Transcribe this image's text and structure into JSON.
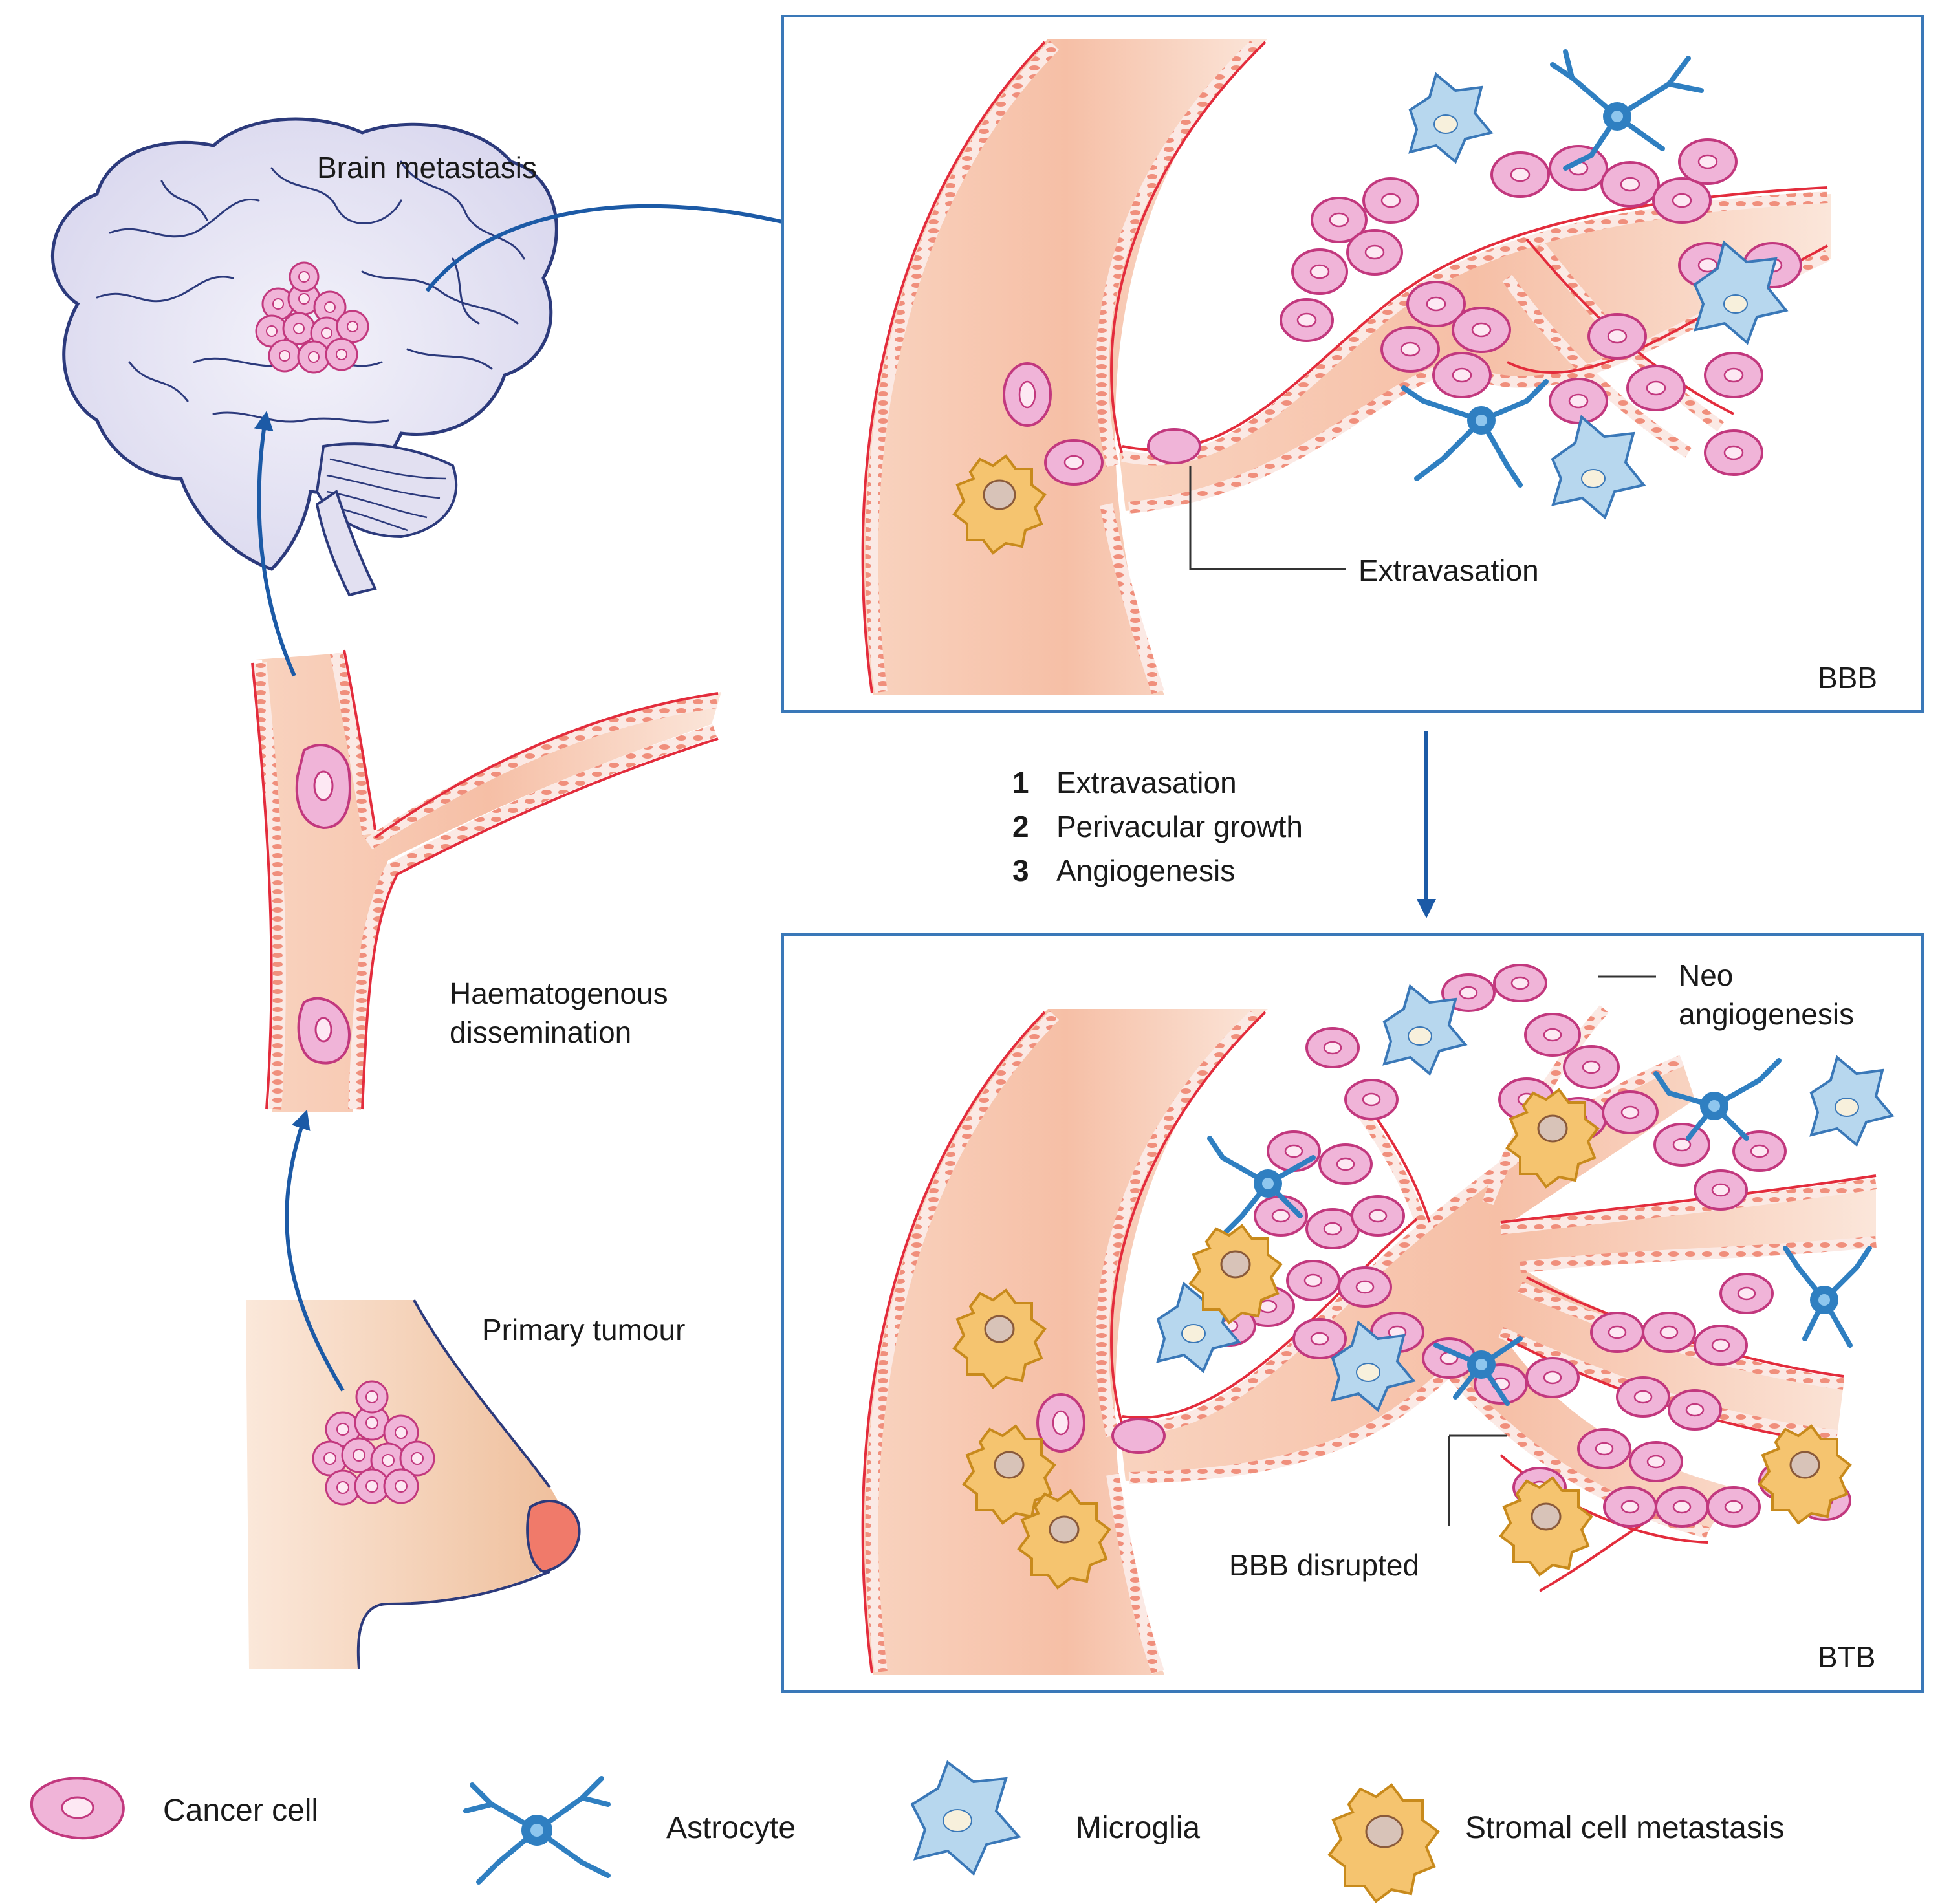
{
  "labels": {
    "brain_metastasis": "Brain metastasis",
    "haematogenous_line1": "Haematogenous",
    "haematogenous_line2": "dissemination",
    "primary_tumour": "Primary tumour",
    "extravasation_callout": "Extravasation",
    "bbb_panel": "BBB",
    "btb_panel": "BTB",
    "neo_line1": "Neo",
    "neo_line2": "angiogenesis",
    "bbb_disrupted": "BBB disrupted"
  },
  "steps": [
    {
      "num": "1",
      "text": "Extravasation"
    },
    {
      "num": "2",
      "text": "Perivacular growth"
    },
    {
      "num": "3",
      "text": "Angiogenesis"
    }
  ],
  "legend": [
    {
      "label": "Cancer cell",
      "icon": "cancer-cell-icon"
    },
    {
      "label": "Astrocyte",
      "icon": "astrocyte-icon"
    },
    {
      "label": "Microglia",
      "icon": "microglia-icon"
    },
    {
      "label": "Stromal cell metastasis",
      "icon": "stromal-cell-icon"
    }
  ],
  "colors": {
    "frame": "#3a78b8",
    "arrow": "#1c5aa6",
    "vessel_wall": "#e32c3c",
    "vessel_fill": "#f7c9b3",
    "cancer_fill": "#f0b4d8",
    "cancer_stroke": "#c2387e",
    "astrocyte": "#2f7fc1",
    "microglia_fill": "#b7d7ee",
    "microglia_stroke": "#3a78b8",
    "stromal_fill": "#f5c46f",
    "stromal_stroke": "#c88a1c",
    "brain_fill": "#e7e5f4",
    "brain_stroke": "#2c3a7c",
    "breast_fill": "#f4cfb4",
    "nipple": "#f07a6a"
  }
}
